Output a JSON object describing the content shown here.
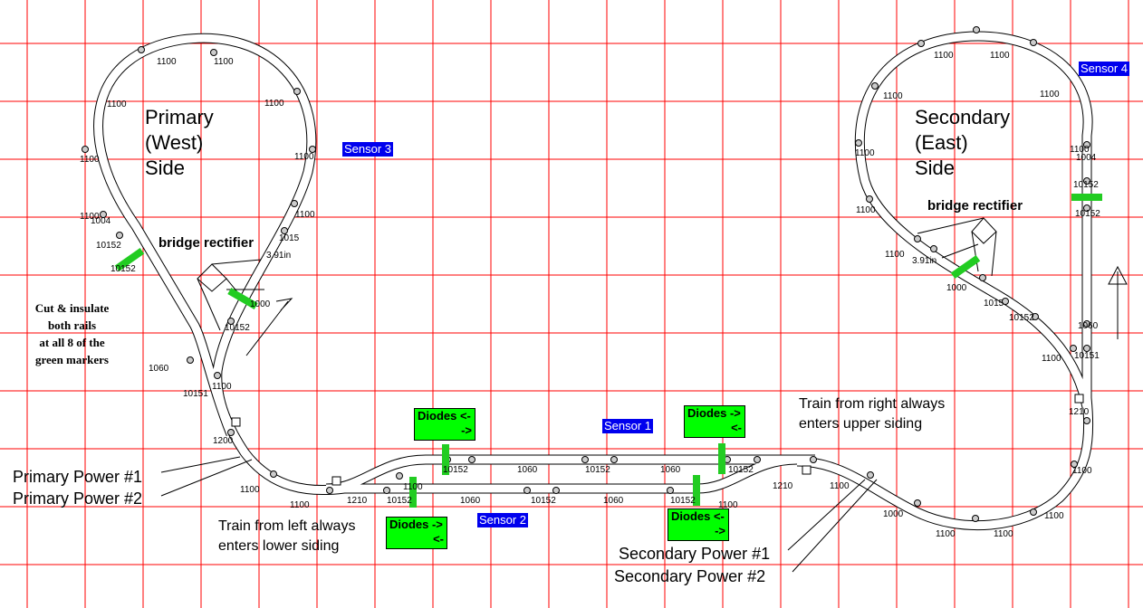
{
  "titles": {
    "primary": [
      "Primary",
      "(West)",
      "Side"
    ],
    "secondary": [
      "Secondary",
      "(East)",
      "Side"
    ]
  },
  "sensors": [
    "Sensor 1",
    "Sensor 2",
    "Sensor 3",
    "Sensor 4"
  ],
  "diodes": [
    {
      "line1": "Diodes <-",
      "line2": "->"
    },
    {
      "line1": "Diodes ->",
      "line2": "<-"
    },
    {
      "line1": "Diodes ->",
      "line2": "<-"
    },
    {
      "line1": "Diodes <-",
      "line2": "->"
    }
  ],
  "bridge_rectifier": "bridge rectifier",
  "cut_note": [
    "Cut & insulate",
    "both rails",
    "at all 8 of the",
    "green markers"
  ],
  "train_notes": {
    "right": [
      "Train from right always",
      "enters upper siding"
    ],
    "left": [
      "Train from left always",
      "enters lower siding"
    ]
  },
  "power": {
    "primary1": "Primary Power #1",
    "primary2": "Primary Power #2",
    "secondary1": "Secondary Power #1",
    "secondary2": "Secondary Power #2"
  },
  "colors": {
    "grid": "#ff0000",
    "sensor": "#0000ee",
    "diodes": "#00ff00",
    "marker": "#22cc22"
  },
  "track_labels": [
    "1100",
    "1100",
    "1100",
    "1100",
    "1100",
    "1100",
    "1100",
    "1100",
    "1004",
    "10152",
    "10152",
    "1015",
    "3.91in",
    "1000",
    "10152",
    "1060",
    "1100",
    "10151",
    "1200",
    "1100",
    "1100",
    "1210",
    "10152",
    "1100",
    "10152",
    "1060",
    "10152",
    "1060",
    "10152",
    "1060",
    "10152",
    "1060",
    "10152",
    "1100",
    "1210",
    "1100",
    "1000",
    "1100",
    "1100",
    "1100",
    "1100",
    "1210",
    "10151",
    "1100",
    "1060",
    "10152",
    "1015",
    "1000",
    "3.91in",
    "1100",
    "1100",
    "1100",
    "1100",
    "1100",
    "1100",
    "1100",
    "1100",
    "1004",
    "10152",
    "10152"
  ]
}
